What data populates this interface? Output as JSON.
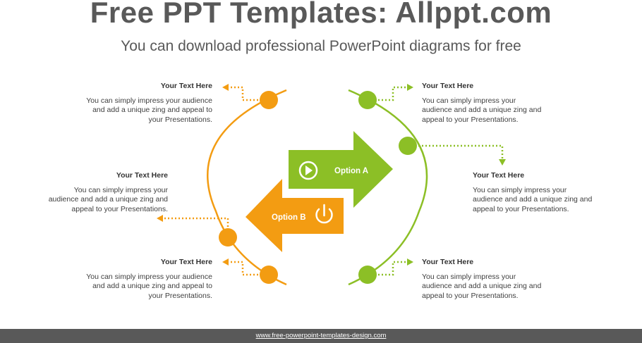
{
  "header": {
    "title": "Free PPT Templates: Allppt.com",
    "subtitle": "You can download professional PowerPoint diagrams for free"
  },
  "colors": {
    "orange": "#f39c12",
    "green": "#8cbf26",
    "footer": "#595959"
  },
  "diagram": {
    "option_a": "Option A",
    "option_b": "Option B",
    "icons": [
      "play-icon",
      "power-icon"
    ]
  },
  "blocks": [
    {
      "title": "Your Text Here",
      "text": "You can simply impress your audience and add a unique zing and appeal to your Presentations."
    },
    {
      "title": "Your Text Here",
      "text": "You can simply impress your audience and add a unique zing and appeal to your Presentations."
    },
    {
      "title": "Your Text Here",
      "text": "You can simply impress your audience and add a unique zing and appeal to your Presentations."
    },
    {
      "title": "Your Text Here",
      "text": "You can simply impress your audience and add a unique zing and appeal to your Presentations."
    },
    {
      "title": "Your Text Here",
      "text": "You can simply impress your audience and add a unique zing and appeal to your Presentations."
    },
    {
      "title": "Your Text Here",
      "text": "You can simply impress your audience and add a unique zing and appeal to your Presentations."
    }
  ],
  "footer": {
    "url": "www.free-powerpoint-templates-design.com"
  }
}
